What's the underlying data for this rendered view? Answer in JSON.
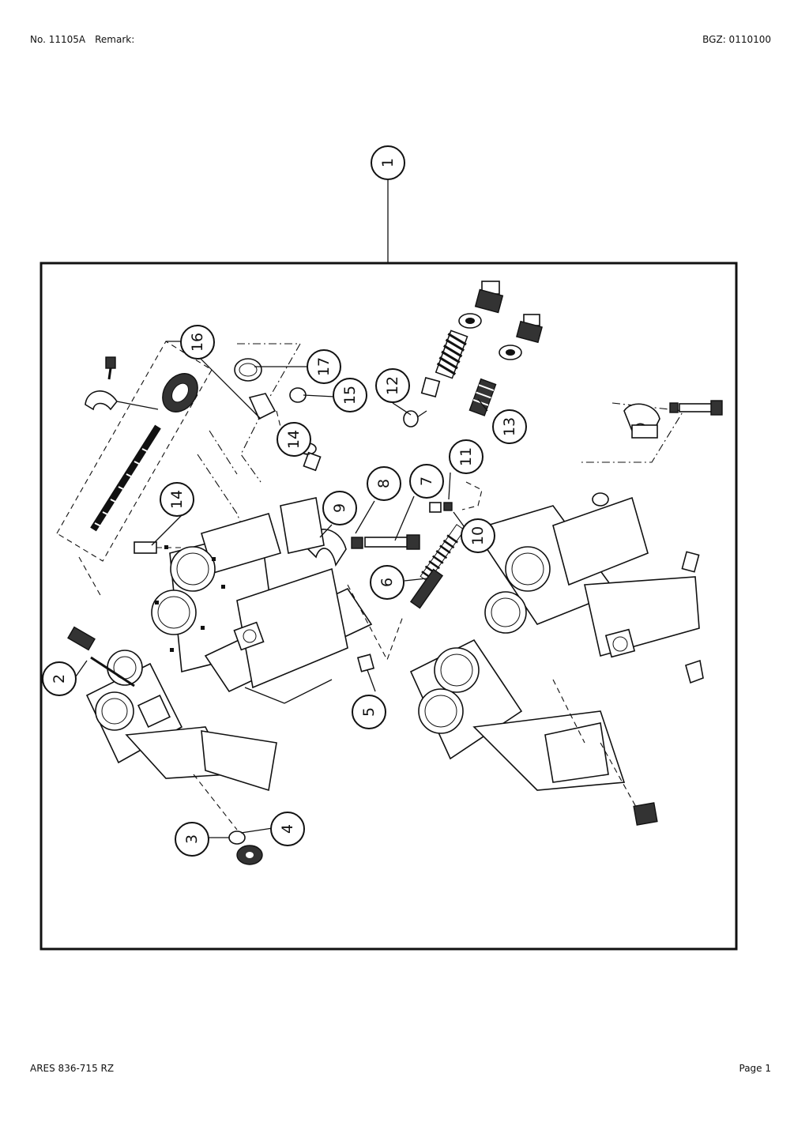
{
  "header": {
    "doc_no": "No. 11105A",
    "remark_label": "Remark:",
    "bgz": "BGZ: 0110100"
  },
  "footer": {
    "model": "ARES 836-715 RZ",
    "page": "Page 1"
  },
  "callouts": {
    "c1": "1",
    "c2": "2",
    "c3": "3",
    "c4": "4",
    "c5": "5",
    "c6": "6",
    "c7": "7",
    "c8": "8",
    "c9": "9",
    "c10": "10",
    "c11": "11",
    "c12": "12",
    "c13": "13",
    "c14a": "14",
    "c14b": "14",
    "c15": "15",
    "c16": "16",
    "c17": "17"
  }
}
